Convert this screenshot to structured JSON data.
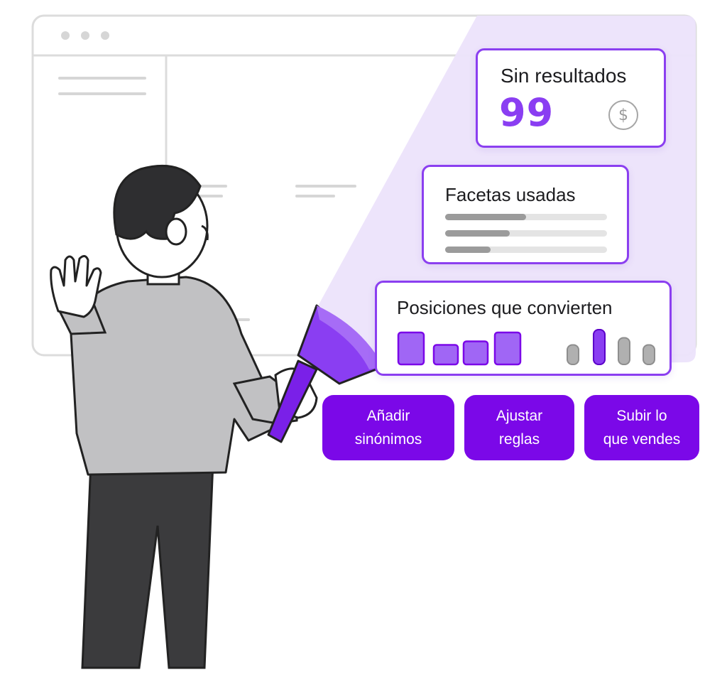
{
  "cards": {
    "sin_resultados": {
      "title": "Sin resultados",
      "value": "99",
      "icon": "dollar-icon"
    },
    "facetas_usadas": {
      "title": "Facetas usadas",
      "bars": [
        0.5,
        0.4,
        0.28
      ]
    },
    "posiciones": {
      "title": "Posiciones que convierten",
      "purple_levels": [
        0.9,
        0.55,
        0.65,
        0.9
      ],
      "gray_levels": [
        0.55,
        0.98,
        0.75,
        0.55
      ],
      "highlight_index": 1
    }
  },
  "actions": [
    {
      "line1": "Añadir",
      "line2": "sinónimos"
    },
    {
      "line1": "Ajustar",
      "line2": "reglas"
    },
    {
      "line1": "Subir lo",
      "line2": "que vendes"
    }
  ],
  "colors": {
    "accent": "#7b08e8",
    "accent_light": "#8b3ff0",
    "beam": "#ece3fb",
    "shirt": "#c1c1c3",
    "pants": "#3b3b3d",
    "hair": "#2e2e30",
    "window_border": "#dcdcdc"
  }
}
